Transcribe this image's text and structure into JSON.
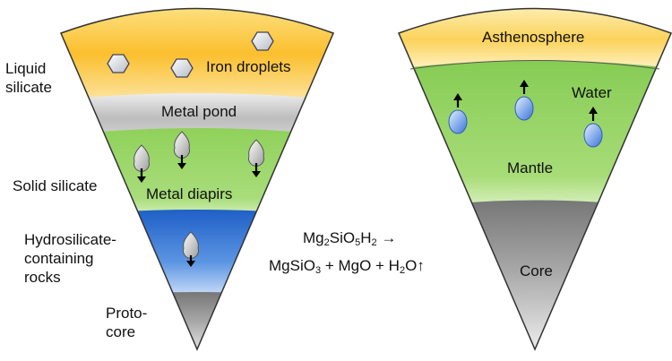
{
  "left_wedge": {
    "labels": {
      "liquid_silicate": "Liquid\nsilicate",
      "solid_silicate": "Solid silicate",
      "hydrosilicate": "Hydrosilicate-\ncontaining\nrocks",
      "protocore": "Proto-\ncore"
    },
    "layers": {
      "iron_droplets": "Iron droplets",
      "metal_pond": "Metal pond",
      "metal_diapirs": "Metal diapirs"
    }
  },
  "right_wedge": {
    "layers": {
      "asthenosphere": "Asthenosphere",
      "water": "Water",
      "mantle": "Mantle",
      "core": "Core"
    }
  },
  "reaction": {
    "reactant": [
      "Mg",
      "2",
      "SiO",
      "5",
      "H",
      "2",
      " →"
    ],
    "products": [
      "MgSiO",
      "3",
      " + MgO + H",
      "2",
      "O↑"
    ]
  },
  "colors": {
    "liquid_silicate": "#fbbf2e",
    "metal_pond": "#c9c9c9",
    "solid_silicate": "#8fd15a",
    "hydrosilicate": "#3f7fd6",
    "core": "#9a9a9a",
    "water_drop": "#6f9ee6"
  }
}
